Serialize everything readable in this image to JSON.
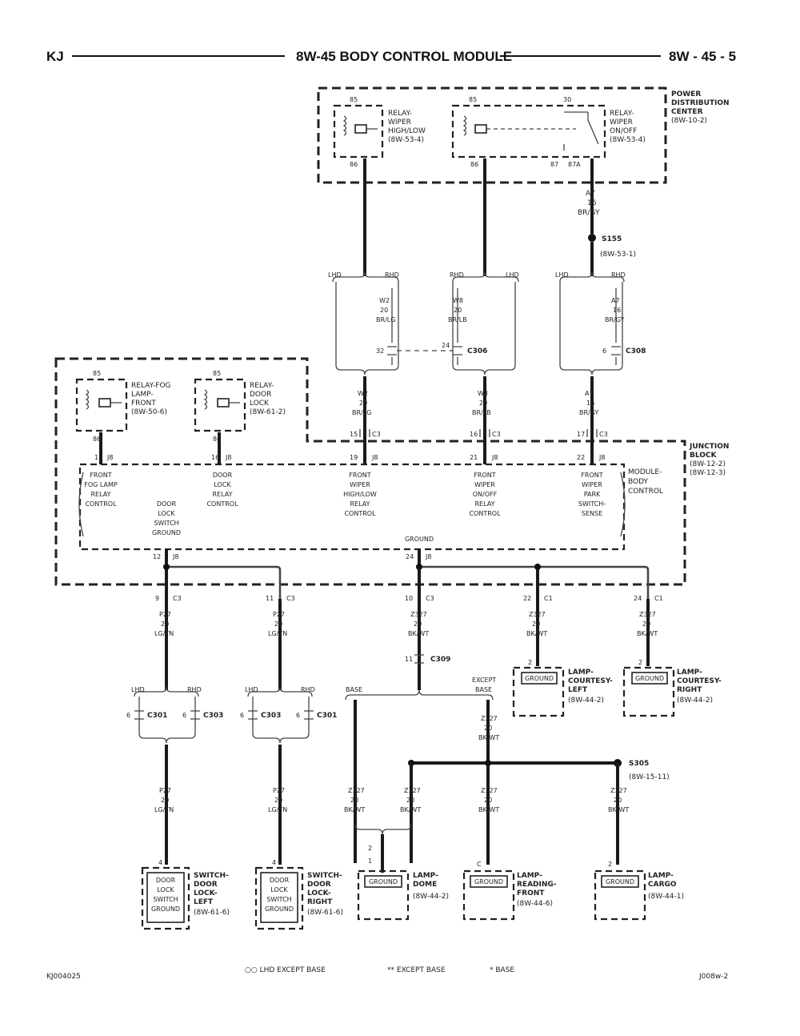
{
  "header": {
    "left": "KJ",
    "title": "8W-45 BODY CONTROL MODULE",
    "right": "8W - 45 - 5"
  },
  "pdc": {
    "label": [
      "POWER",
      "DISTRIBUTION",
      "CENTER",
      "(8W-10-2)"
    ],
    "relay_hilo": {
      "pin_top": "85",
      "pin_bot": "86",
      "label": [
        "RELAY-",
        "WIPER",
        "HIGH/LOW",
        "(8W-53-4)"
      ]
    },
    "relay_onoff": {
      "pin_top1": "85",
      "pin_top2": "30",
      "pin_bot1": "86",
      "pin_bot2a": "87",
      "pin_bot2b": "87A",
      "label": [
        "RELAY-",
        "WIPER",
        "ON/OFF",
        "(8W-53-4)"
      ]
    }
  },
  "wires_top": {
    "w_right": [
      "A7",
      "16",
      "BR/GY"
    ],
    "s_right": [
      "S155",
      "(8W-53-1)"
    ],
    "branch_left": [
      "LHD",
      "RHD"
    ],
    "branch_mid": [
      "RHD",
      "LHD"
    ],
    "branch_right": [
      "LHD",
      "RHD"
    ],
    "w_inner_left": [
      "W2",
      "20",
      "BR/LG"
    ],
    "w_inner_mid": [
      "W8",
      "20",
      "BR/LB"
    ],
    "w_inner_right": [
      "A7",
      "16",
      "BR/GY"
    ],
    "c306": {
      "pin1": "32",
      "pin2": "24",
      "name": "C306"
    },
    "c308": {
      "pin": "6",
      "name": "C308"
    },
    "w_low_left": [
      "W2",
      "20",
      "BR/LG"
    ],
    "w_low_mid": [
      "W8",
      "20",
      "BR/LB"
    ],
    "w_low_right": [
      "A7",
      "16",
      "BR/GY"
    ],
    "c3_pins": [
      "15",
      "16",
      "17"
    ],
    "c3": "C3"
  },
  "junction": {
    "label": [
      "JUNCTION",
      "BLOCK",
      "(8W-12-2)",
      "(8W-12-3)"
    ],
    "relay_fog": {
      "pin_top": "85",
      "pin_bot": "86",
      "label": [
        "RELAY-FOG",
        "LAMP-",
        "FRONT",
        "(8W-50-6)"
      ]
    },
    "relay_door": {
      "pin_top": "85",
      "pin_bot": "86",
      "label": [
        "RELAY-",
        "DOOR",
        "LOCK",
        "(8W-61-2)"
      ]
    },
    "pins_top": [
      "17",
      "16",
      "19",
      "21",
      "22"
    ],
    "j8": "J8",
    "module_label": [
      "MODULE-",
      "BODY",
      "CONTROL"
    ],
    "functions": [
      [
        "FRONT",
        "FOG LAMP",
        "RELAY",
        "CONTROL"
      ],
      [
        "DOOR",
        "LOCK",
        "RELAY",
        "CONTROL"
      ],
      [
        "FRONT",
        "WIPER",
        "HIGH/LOW",
        "RELAY",
        "CONTROL"
      ],
      [
        "FRONT",
        "WIPER",
        "ON/OFF",
        "RELAY",
        "CONTROL"
      ],
      [
        "FRONT",
        "WIPER",
        "PARK",
        "SWITCH-",
        "SENSE"
      ]
    ],
    "door_ground": [
      "DOOR",
      "LOCK",
      "SWITCH",
      "GROUND"
    ],
    "ground": "GROUND",
    "pins_bot": [
      "12",
      "24"
    ]
  },
  "lower": {
    "c3_pins": [
      "9",
      "11",
      "10"
    ],
    "c1_pins": [
      "22",
      "24"
    ],
    "c3": "C3",
    "c1": "C1",
    "w_p27": [
      "P27",
      "20",
      "LG/TN"
    ],
    "w_z327_bk": [
      "Z327",
      "20",
      "BK/WT"
    ],
    "c309": {
      "pin": "11",
      "name": "C309"
    },
    "branch_lhd_rhd": [
      "LHD",
      "RHD"
    ],
    "c301": {
      "pin": "6",
      "name": "C301"
    },
    "c303": {
      "pin": "6",
      "name": "C303"
    },
    "base_label": "BASE",
    "except_base": [
      "EXCEPT",
      "BASE"
    ],
    "s305": [
      "S305",
      "(8W-15-11)"
    ],
    "lamp_courtesy_left": {
      "pin": "2",
      "label": [
        "LAMP-",
        "COURTESY-",
        "LEFT",
        "(8W-44-2)"
      ]
    },
    "lamp_courtesy_right": {
      "pin": "2",
      "label": [
        "LAMP-",
        "COURTESY-",
        "RIGHT",
        "(8W-44-2)"
      ]
    },
    "switch_door_left": {
      "pin": "4",
      "label": [
        "SWITCH-",
        "DOOR",
        "LOCK-",
        "LEFT",
        "(8W-61-6)"
      ]
    },
    "switch_door_right": {
      "pin": "4",
      "label": [
        "SWITCH-",
        "DOOR",
        "LOCK-",
        "RIGHT",
        "(8W-61-6)"
      ]
    },
    "door_lock_sw_ground": [
      "DOOR",
      "LOCK",
      "SWITCH",
      "GROUND"
    ],
    "lamp_dome": {
      "pins": [
        "2",
        "1"
      ],
      "label": [
        "LAMP-",
        "DOME",
        "(8W-44-2)"
      ]
    },
    "lamp_reading": {
      "pin": "C",
      "label": [
        "LAMP-",
        "READING-",
        "FRONT",
        "(8W-44-6)"
      ]
    },
    "lamp_cargo": {
      "pin": "2",
      "label": [
        "LAMP-",
        "CARGO",
        "(8W-44-1)"
      ]
    },
    "ground_text": "GROUND"
  },
  "footer": {
    "left": "KJ004025",
    "legend": [
      "○○ LHD EXCEPT BASE",
      "** EXCEPT BASE",
      "* BASE"
    ],
    "right": "J008w-2"
  }
}
